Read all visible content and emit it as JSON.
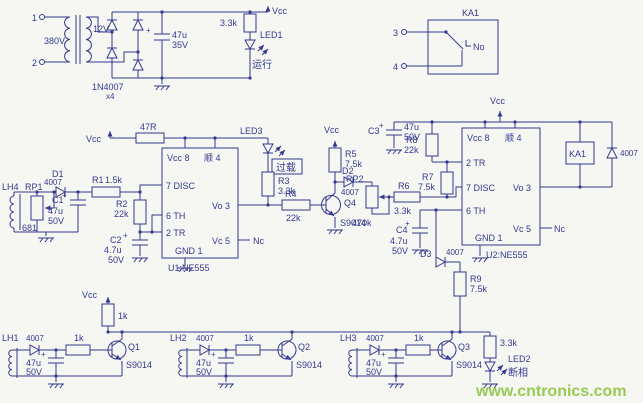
{
  "watermark": "www.cntronics.com",
  "power": {
    "t1": "1",
    "t2": "2",
    "v_primary": "380V",
    "v_secondary": "12V",
    "bridge": "1N4007",
    "bridge_count": "x4",
    "c_plus": "+",
    "c_val": "47u",
    "c_volt": "35V",
    "r_val": "3.3k",
    "vcc": "Vcc",
    "led": "LED1",
    "led_func": "运行"
  },
  "contact": {
    "t3": "3",
    "t4": "4",
    "relay": "KA1",
    "type": "No"
  },
  "stage1": {
    "vcc": "Vcc",
    "r47": "47R",
    "lh": "LH4",
    "rp": "RP1",
    "rp_val": "681",
    "d1": "D1",
    "d1_val": "4007",
    "c1": "C1",
    "c1_plus": "+",
    "c1_val": "47u",
    "c1_volt": "50V",
    "r1": "R1",
    "r1_val": "1.5k",
    "r2": "R2",
    "r2_val": "22k",
    "c2": "C2",
    "c2_plus": "+",
    "c2_val": "4.7u",
    "c2_volt": "50V",
    "u1": {
      "name": "U1:NE555",
      "pin_vcc": "Vcc 8",
      "pin_rst": "顺 4",
      "pin_disc": "7 DISC",
      "pin_th": "6 TH",
      "pin_tr": "2 TR",
      "pin_gnd": "GND 1",
      "pin_vo": "Vo 3",
      "pin_vc": "Vc 5"
    },
    "nc": "Nc",
    "led3": "LED3",
    "led3_func": "过载",
    "r3": "R3",
    "r3_val": "3.3k",
    "r4": "R4",
    "r4_val": "22k",
    "r5": "R5",
    "r5_val": "7.5k",
    "r5_vcc": "Vcc",
    "d2": "D2",
    "d2_val": "4007",
    "q4": "Q4",
    "q4_val": "S9014",
    "rp2": "RP2",
    "rp2_val": "470k",
    "r6": "R6",
    "r6_val": "3.3k"
  },
  "stage2": {
    "vcc": "Vcc",
    "c3": "C3",
    "c3_plus": "+",
    "c3_val": "47u",
    "c3_volt": "50V",
    "r8": "R8",
    "r8_val": "22k",
    "r7": "R7",
    "r7_val": "7.5k",
    "u2": {
      "name": "U2:NE555",
      "pin_vcc": "Vcc 8",
      "pin_rst": "顺 4",
      "pin_tr": "2 TR",
      "pin_disc": "7 DISC",
      "pin_th": "6 TH",
      "pin_gnd": "GND 1",
      "pin_vo": "Vo 3",
      "pin_vc": "Vc 5"
    },
    "nc": "Nc",
    "ka1": "KA1",
    "ka1_diode": "4007",
    "c4": "C4",
    "c4_plus": "+",
    "c4_val": "4.7u",
    "c4_volt": "50V",
    "d3": "D3",
    "d3_val": "4007",
    "r9": "R9",
    "r9_val": "7.5k"
  },
  "phase": {
    "vcc": "Vcc",
    "r_pullup": "1k",
    "ch1": {
      "lh": "LH1",
      "d": "4007",
      "c_plus": "+",
      "c": "47u",
      "cv": "50V",
      "r": "1k",
      "q": "Q1",
      "qv": "S9014"
    },
    "ch2": {
      "lh": "LH2",
      "d": "4007",
      "c_plus": "+",
      "c": "47u",
      "cv": "50V",
      "r": "1k",
      "q": "Q2",
      "qv": "S9014"
    },
    "ch3": {
      "lh": "LH3",
      "d": "4007",
      "c_plus": "+",
      "c": "47u",
      "cv": "50V",
      "r": "1k",
      "q": "Q3",
      "qv": "S9014"
    },
    "r_led": "3.3k",
    "led": "LED2",
    "led_func": "断相"
  }
}
